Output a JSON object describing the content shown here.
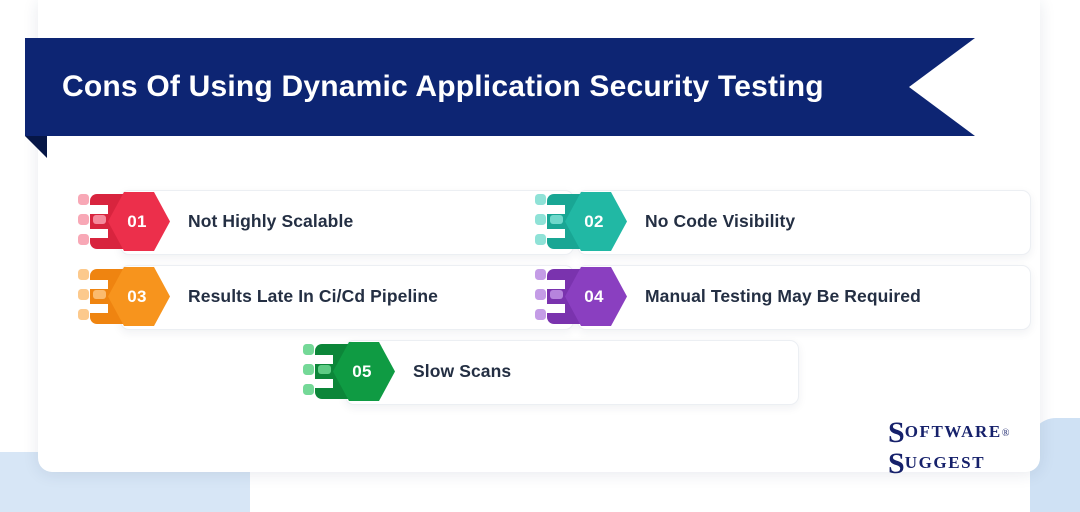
{
  "banner": {
    "title": "Cons Of Using Dynamic Application Security Testing",
    "background_color": "#0d2573",
    "fold_color": "#061646",
    "text_color": "#ffffff"
  },
  "card": {
    "background_color": "#ffffff"
  },
  "background": {
    "accent_color": "#d7e6f6",
    "accent_color_right": "#cfe1f4"
  },
  "items": [
    {
      "number": "01",
      "label": "Not Highly Scalable",
      "color": "#ec2f4b",
      "color_dark": "#d8243e",
      "color_light": "#f58a9c",
      "color_pale": "#f8a8b6"
    },
    {
      "number": "02",
      "label": "No Code Visibility",
      "color": "#21b8a4",
      "color_dark": "#19a694",
      "color_light": "#6fd8cb",
      "color_pale": "#8fe2d7"
    },
    {
      "number": "03",
      "label": "Results Late In Ci/Cd Pipeline",
      "color": "#f7941d",
      "color_dark": "#ef8410",
      "color_light": "#fbbb6e",
      "color_pale": "#fcc98c"
    },
    {
      "number": "04",
      "label": "Manual Testing May Be Required",
      "color": "#8a3fc0",
      "color_dark": "#7a33ae",
      "color_light": "#b684dd",
      "color_pale": "#c49ce6"
    },
    {
      "number": "05",
      "label": "Slow Scans",
      "color": "#0f9b43",
      "color_dark": "#0c8639",
      "color_light": "#5ecb84",
      "color_pale": "#74d897"
    }
  ],
  "logo": {
    "line1_cap": "S",
    "line1_rest": "OFTWARE",
    "registered": "®",
    "line2_cap": "S",
    "line2_rest": "UGGEST",
    "color": "#16216b"
  }
}
